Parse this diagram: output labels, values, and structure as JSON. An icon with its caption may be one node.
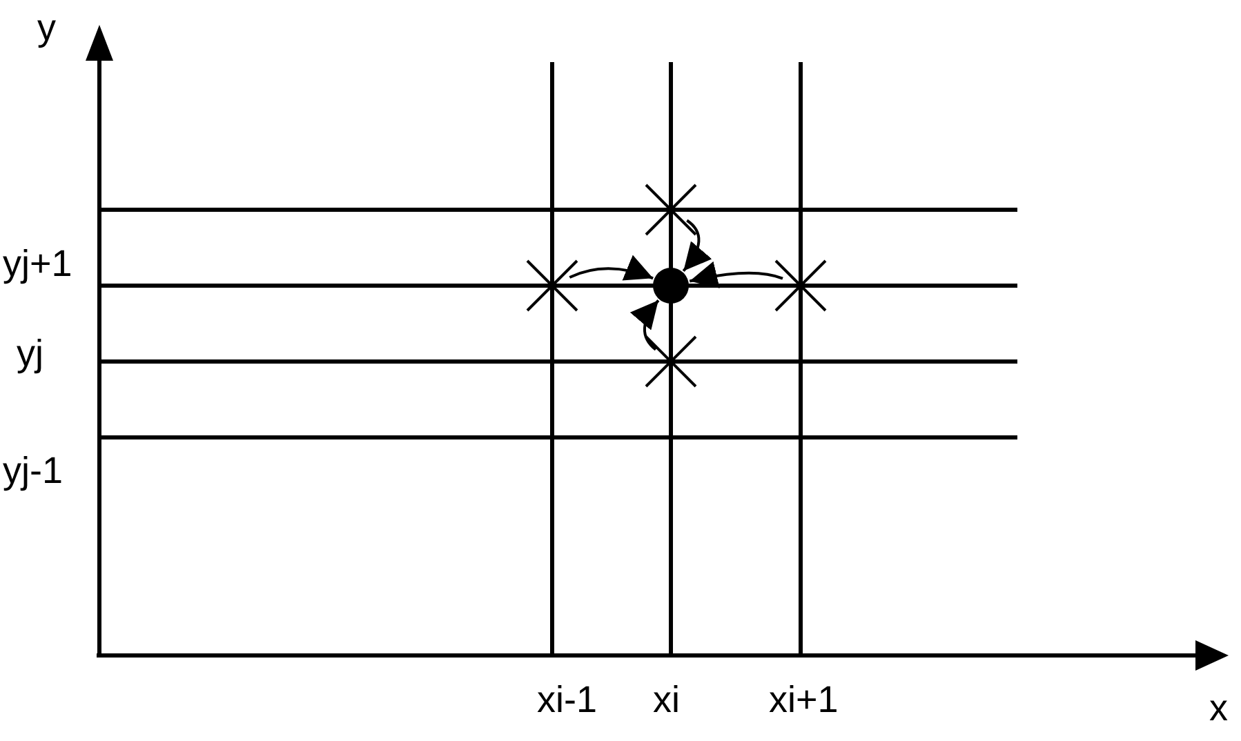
{
  "diagram": {
    "nodes": [
      {
        "text": [],
        "shape": "cross"
      },
      {
        "text": [],
        "shape": "cross"
      },
      {
        "text": [],
        "shape": "circle"
      },
      {
        "text": [],
        "shape": "cross"
      },
      {
        "text": [],
        "shape": "cross"
      }
    ],
    "edges": [
      {
        "from": 0,
        "to": 2,
        "arrow": "to"
      },
      {
        "from": 1,
        "to": 2,
        "arrow": "to"
      },
      {
        "from": 3,
        "to": 2,
        "arrow": "to"
      },
      {
        "from": 4,
        "to": 2,
        "arrow": "to"
      }
    ],
    "labels": [
      "y",
      "yj+1",
      "yj",
      "yj-1",
      "xi-1",
      "xi",
      "xi+1",
      "x"
    ]
  }
}
